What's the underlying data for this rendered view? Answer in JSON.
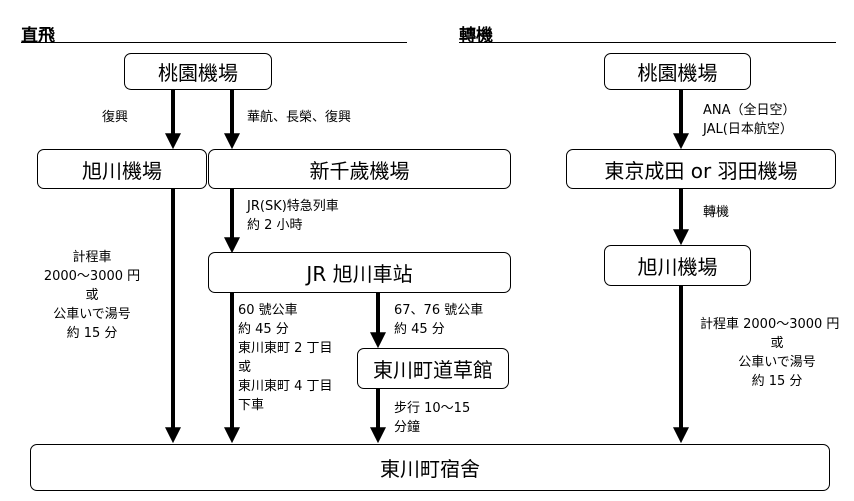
{
  "headings": {
    "direct": "直飛",
    "transfer": "轉機"
  },
  "boxes": {
    "taoyuan_left": "桃園機場",
    "asahikawa_left": "旭川機場",
    "new_chitose": "新千歲機場",
    "jr_asahikawa": "JR 旭川車站",
    "michikusakan": "東川町道草館",
    "dorm": "東川町宿舍",
    "taoyuan_right": "桃園機場",
    "tokyo": "東京成田 or 羽田機場",
    "asahikawa_right": "旭川機場"
  },
  "labels": {
    "fuxing": "復興",
    "airlines": "華航、長榮、復興",
    "jr_train": [
      "JR(SK)特急列車",
      "約 2 小時"
    ],
    "left_taxi": [
      "計程車",
      "2000～3000 円",
      "或",
      "公車いで湯号",
      "約 15 分"
    ],
    "bus60": [
      "60 號公車",
      "約 45 分",
      "東川東町 2 丁目",
      "或",
      "東川東町 4 丁目",
      "下車"
    ],
    "bus67": [
      "67、76 號公車",
      "約 45 分"
    ],
    "walk": [
      "步行 10～15",
      "分鐘"
    ],
    "ana_jal": [
      "ANA（全日空）",
      "JAL(日本航空）"
    ],
    "transfer": "轉機",
    "right_taxi": [
      "計程車 2000～3000 円",
      "或",
      "公車いで湯号",
      "約 15 分"
    ]
  }
}
